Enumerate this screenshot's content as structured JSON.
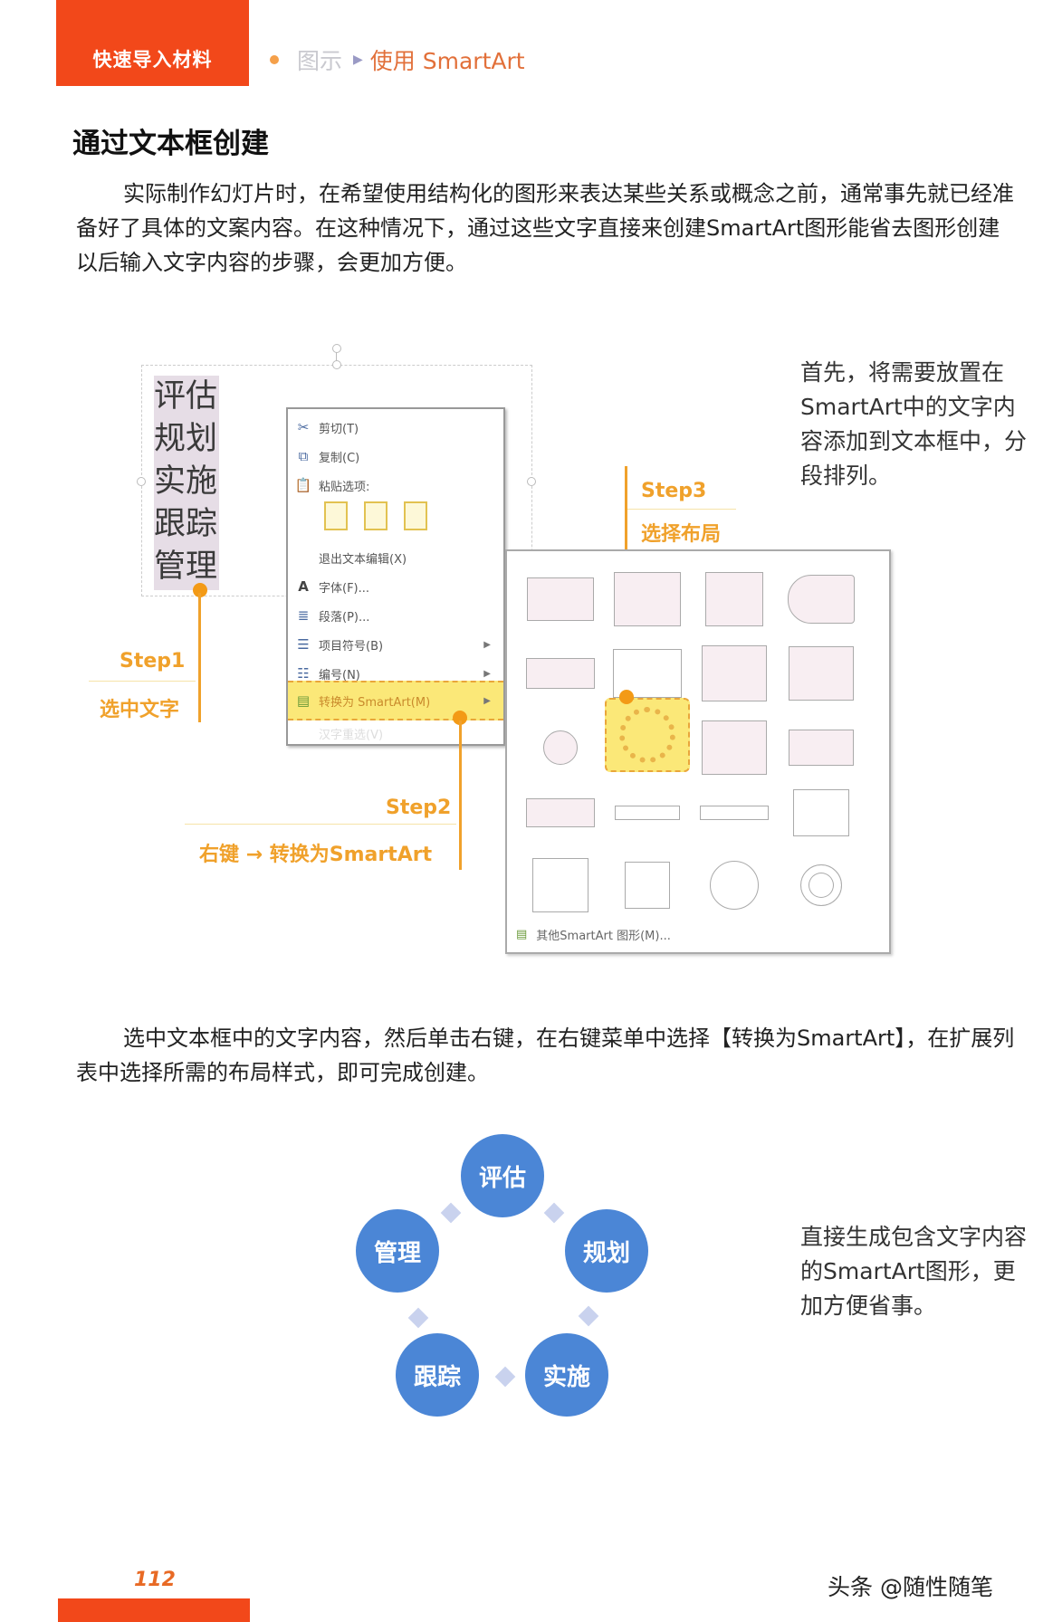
{
  "header": {
    "section_label": "快速导入材料",
    "breadcrumb": {
      "parent": "图示",
      "current": "使用 SmartArt"
    },
    "accent_color": "#f2481a"
  },
  "section_title": "通过文本框创建",
  "intro_paragraph": "实际制作幻灯片时，在希望使用结构化的图形来表达某些关系或概念之前，通常事先就已经准备好了具体的文案内容。在这种情况下，通过这些文字直接来创建SmartArt图形能省去图形创建以后输入文字内容的步骤，会更加方便。",
  "textbox": {
    "lines": [
      "评估",
      "规划",
      "实施",
      "跟踪",
      "管理"
    ]
  },
  "context_menu": {
    "items": [
      {
        "icon": "scissors-icon",
        "label": "剪切(T)"
      },
      {
        "icon": "copy-icon",
        "label": "复制(C)"
      },
      {
        "icon": "paste-icon",
        "label": "粘贴选项:"
      },
      {
        "icon": "",
        "label": "退出文本编辑(X)"
      },
      {
        "icon": "font-icon",
        "label": "字体(F)..."
      },
      {
        "icon": "paragraph-icon",
        "label": "段落(P)..."
      },
      {
        "icon": "bullets-icon",
        "label": "项目符号(B)",
        "submenu": true
      },
      {
        "icon": "numbering-icon",
        "label": "编号(N)",
        "submenu": true
      },
      {
        "icon": "smartart-icon",
        "label": "转换为 SmartArt(M)",
        "submenu": true,
        "highlighted": true
      },
      {
        "icon": "",
        "label": "汉字重选(V)"
      }
    ]
  },
  "gallery": {
    "rows": 5,
    "cols": 4,
    "selected": {
      "row": 2,
      "col": 1
    },
    "footer_label": "其他SmartArt 图形(M)..."
  },
  "steps": [
    {
      "title": "Step1",
      "desc": "选中文字"
    },
    {
      "title": "Step2",
      "desc": "右键 → 转换为SmartArt"
    },
    {
      "title": "Step3",
      "desc": "选择布局"
    }
  ],
  "note_top": "首先，将需要放置在SmartArt中的文字内容添加到文本框中，分段排列。",
  "middle_paragraph": "选中文本框中的文字内容，然后单击右键，在右键菜单中选择【转换为SmartArt】，在扩展列表中选择所需的布局样式，即可完成创建。",
  "cycle": {
    "nodes": [
      "评估",
      "规划",
      "实施",
      "跟踪",
      "管理"
    ],
    "node_color": "#4b86d6"
  },
  "note_bottom": "直接生成包含文字内容的SmartArt图形，更加方便省事。",
  "footer": {
    "page_number": "112",
    "watermark": "头条 @随性随笔"
  }
}
